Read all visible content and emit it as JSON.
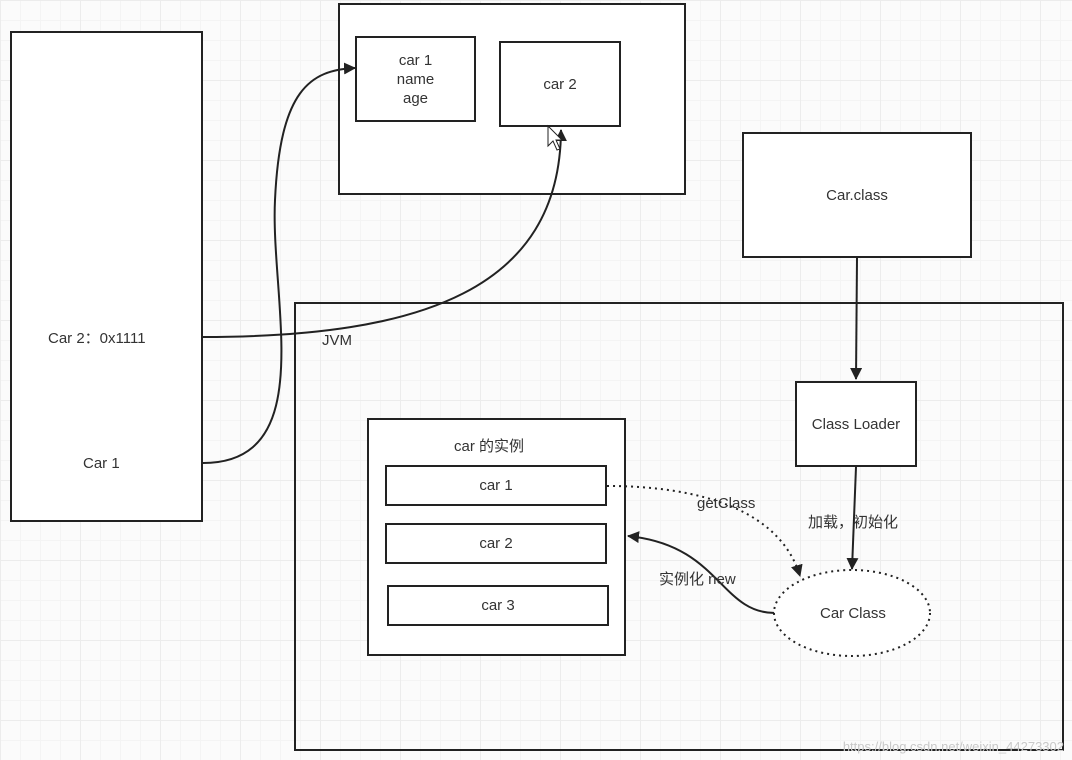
{
  "stack": {
    "car2_ref": "Car 2：0x1111",
    "car1_ref": "Car 1"
  },
  "heap": {
    "car1": {
      "lines": [
        "car 1",
        "name",
        "age"
      ]
    },
    "car2": "car 2"
  },
  "class_file": "Car.class",
  "jvm": {
    "label": "JVM",
    "instances": {
      "title": "car 的实例",
      "items": [
        "car 1",
        "car 2",
        "car 3"
      ]
    },
    "class_loader": "Class Loader",
    "load_init_label": "加载，初始化",
    "car_class": "Car Class",
    "get_class_label": "getClass",
    "new_label": "实例化 new"
  },
  "watermark": "https://blog.csdn.net/weixin_44273302"
}
